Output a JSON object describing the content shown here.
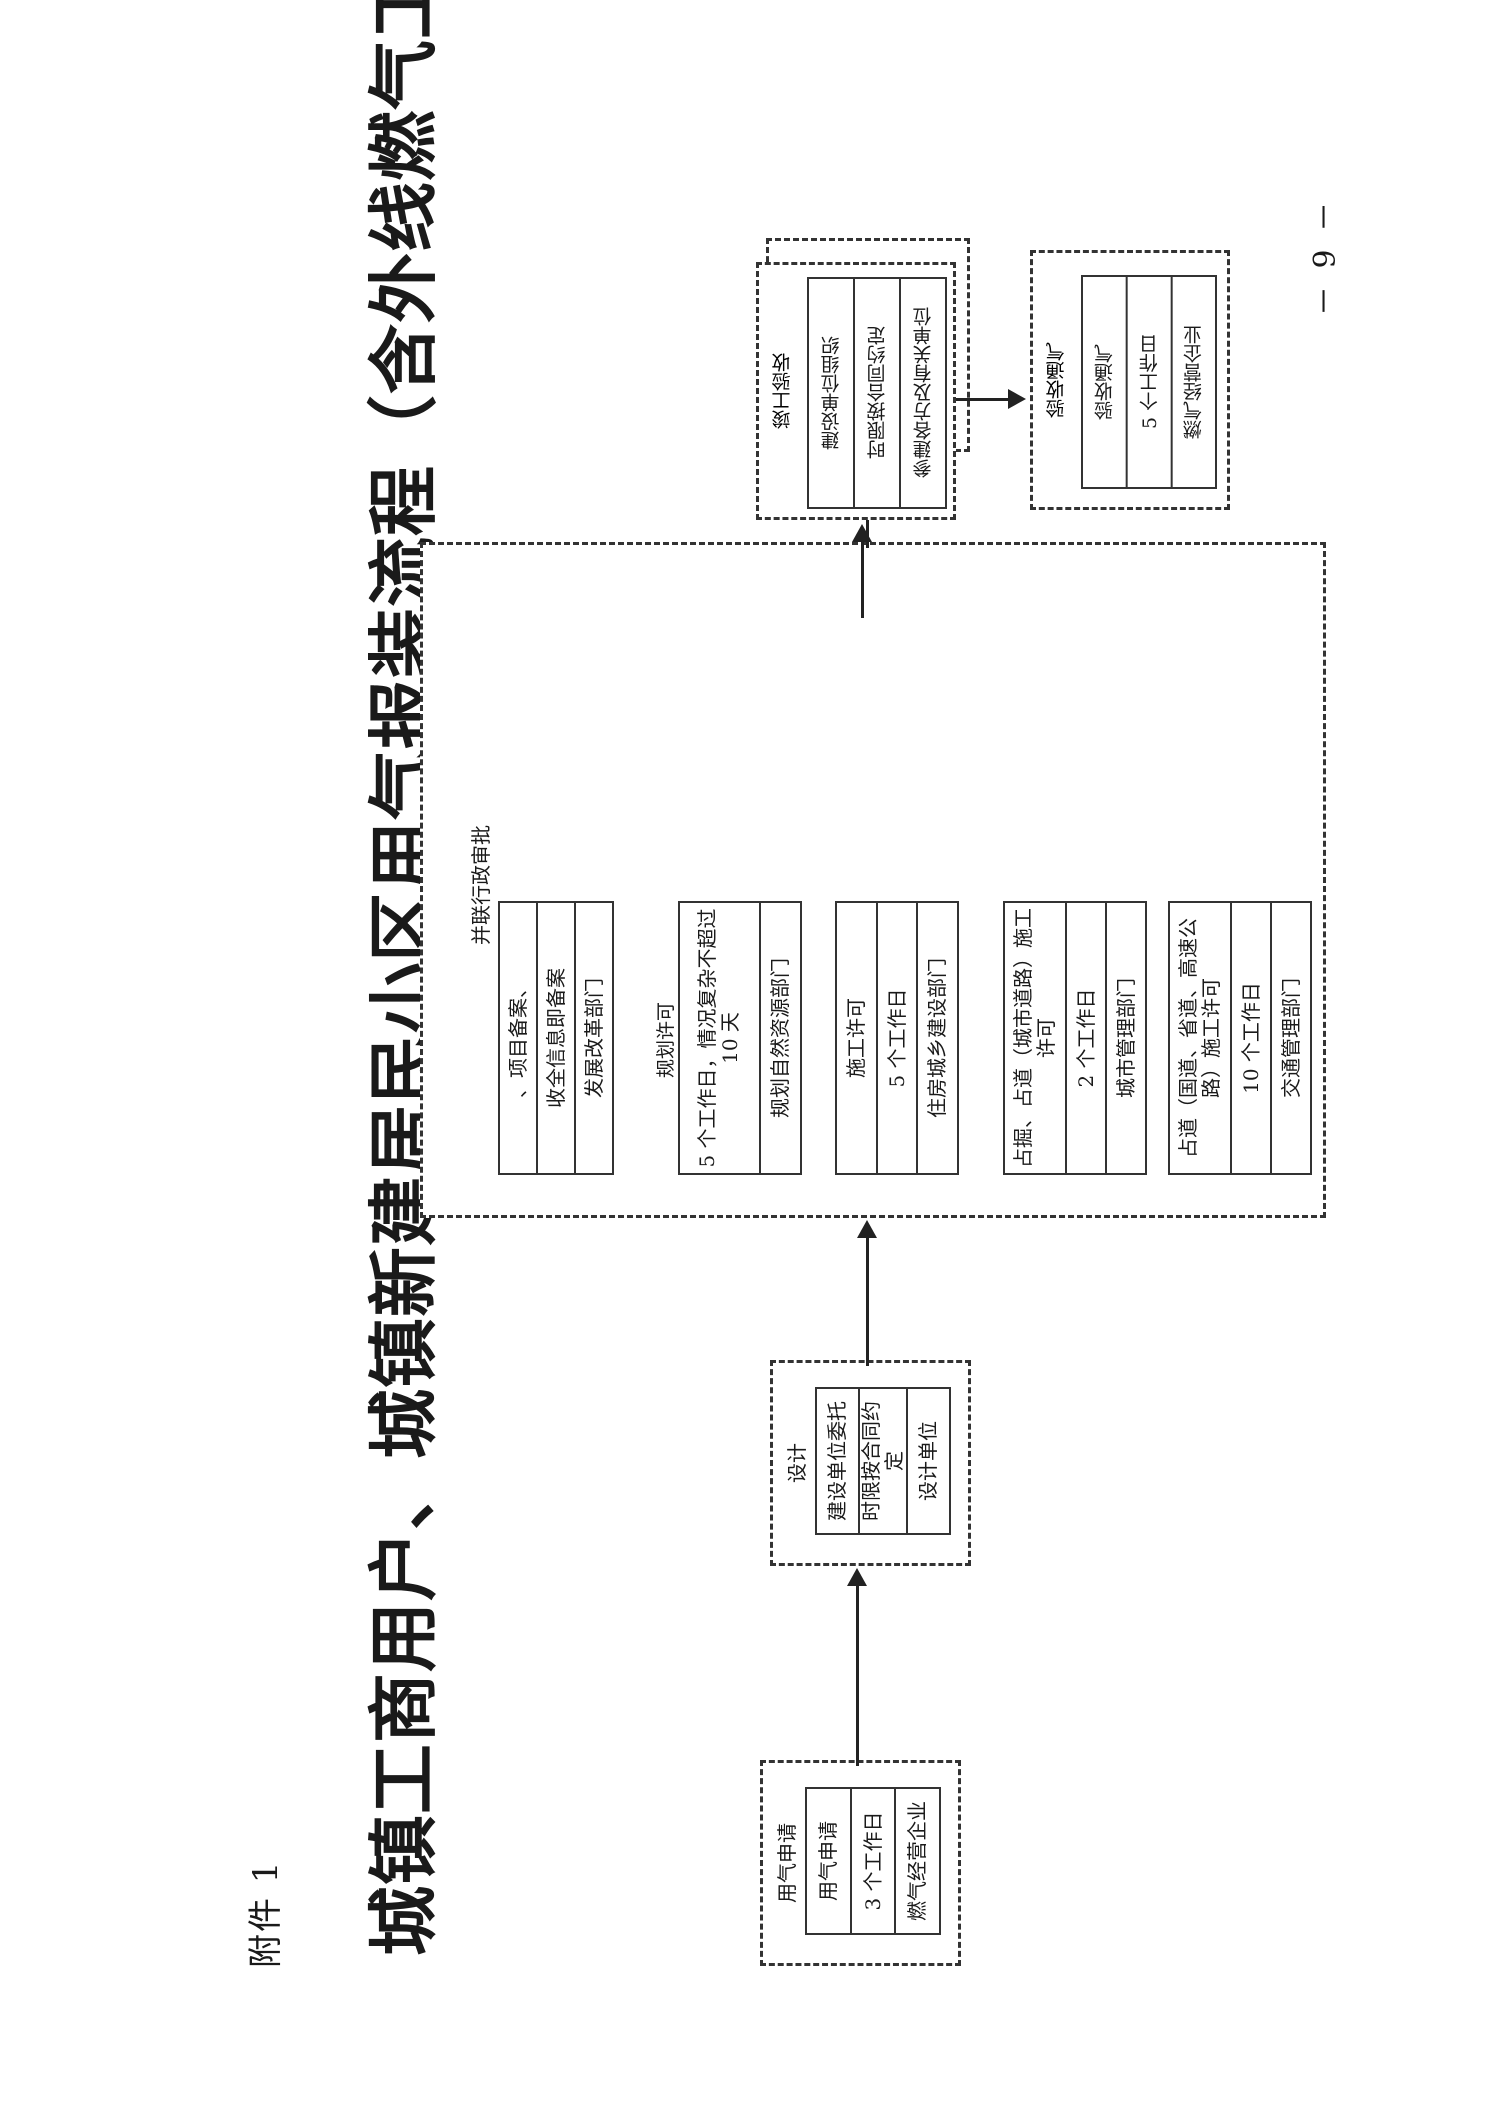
{
  "attachment_label": "附件 1",
  "title": "城镇工商用户、城镇新建居民小区用气报装流程（含外线燃气工程）",
  "page_number": "－ 9 －",
  "steps": {
    "apply": {
      "header": "用气申请",
      "rows": [
        "用气申请",
        "3 个工作日",
        "燃气经营企业"
      ]
    },
    "design": {
      "header": "设计",
      "rows": [
        "建设单位委托",
        "时限按合同约定",
        "设计单位"
      ]
    },
    "approval": {
      "header": "并联行政审批",
      "groups": [
        {
          "rows": [
            "、项目备案、",
            "收全信息即备案",
            "发展改革部门"
          ]
        },
        {
          "header": "规划许可",
          "rows": [
            "5 个工作日，情况复杂不超过 10 天",
            "规划自然资源部门"
          ]
        },
        {
          "rows": [
            "施工许可",
            "5 个工作日",
            "住房城乡建设部门"
          ]
        },
        {
          "rows": [
            "占掘、占道（城市道路）施工许可",
            "2 个工作日",
            "城市管理部门"
          ]
        },
        {
          "rows": [
            "占道（国道、省道、高速公路）施工许可",
            "10 个工作日",
            "交通管理部门"
          ]
        }
      ]
    },
    "construction": {
      "header": "施工",
      "rows": [
        "建设单位委托",
        "时限按合同约定",
        "施工单位"
      ]
    },
    "acceptance": {
      "header": "竣工验收",
      "rows": [
        "建设单位组织",
        "时限按合同约定",
        "参建各方及有关单位"
      ]
    },
    "gas_on": {
      "header": "验收通气",
      "rows": [
        "验收通气",
        "5 个工作日",
        "燃气经营企业"
      ]
    }
  }
}
